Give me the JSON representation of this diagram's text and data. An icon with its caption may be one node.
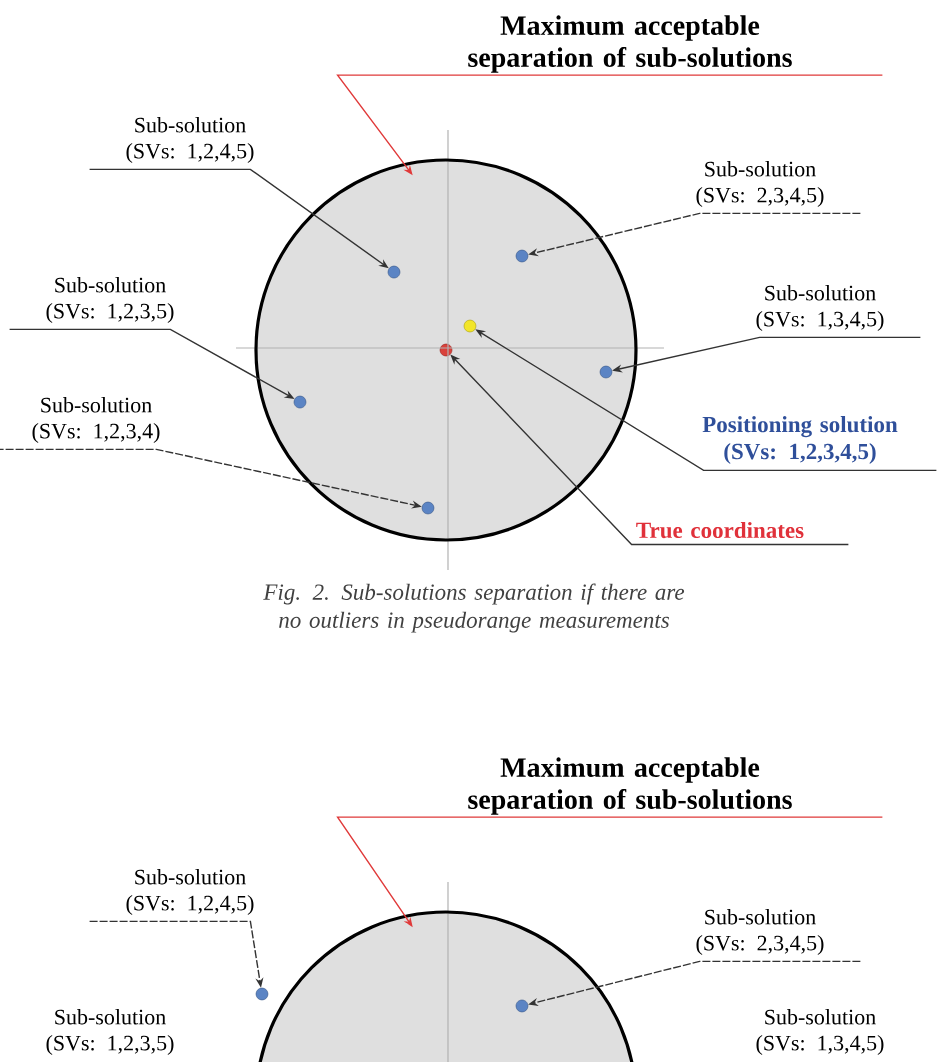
{
  "diagram": {
    "caption": "Fig. 2. Sub-solutions separation if there are no outliers in pseudorange measurements",
    "nodes": [
      {
        "text": [
          "Maximum acceptable separation of sub-solutions"
        ]
      },
      {
        "text": [],
        "shape": "circle"
      },
      {
        "text": [],
        "shape": "circle",
        "in": 1
      },
      {
        "text": [],
        "shape": "circle",
        "in": 1
      },
      {
        "text": [],
        "shape": "circle",
        "in": 1
      },
      {
        "text": [],
        "shape": "circle",
        "in": 1
      },
      {
        "text": [],
        "shape": "circle",
        "in": 1
      },
      {
        "text": [],
        "shape": "circle",
        "in": 1
      },
      {
        "text": [],
        "shape": "circle",
        "in": 1
      },
      {
        "text": [
          "Sub-solution (SVs: 1,2,4,5)"
        ]
      },
      {
        "text": [
          "Sub-solution (SVs: 2,3,4,5)"
        ]
      },
      {
        "text": [
          "Sub-solution (SVs: 1,3,4,5)"
        ]
      },
      {
        "text": [
          "Sub-solution (SVs: 1,2,3,5)"
        ]
      },
      {
        "text": [
          "Sub-solution (SVs: 1,2,3,4)"
        ]
      },
      {
        "text": [
          "Positioning solution (SVs: 1,2,3,4,5)"
        ]
      },
      {
        "text": [
          "True coordinates"
        ]
      },
      {
        "text": [
          "Maximum acceptable separation of sub-solutions"
        ]
      },
      {
        "text": [],
        "shape": "circle"
      },
      {
        "text": [],
        "shape": "circle"
      },
      {
        "text": [],
        "shape": "circle",
        "in": 17
      },
      {
        "text": [
          "Sub-solution (SVs: 1,2,4,5)"
        ]
      },
      {
        "text": [
          "Sub-solution (SVs: 2,3,4,5)"
        ]
      },
      {
        "text": [
          "Sub-solution (SVs: 1,2,3,5)"
        ]
      },
      {
        "text": [
          "Sub-solution (SVs: 1,3,4,5)"
        ]
      }
    ],
    "edges": [
      {
        "from": 0,
        "to": 1,
        "arrow": "to",
        "color": "#e03a3a"
      },
      {
        "from": 9,
        "to": 2,
        "arrow": "to"
      },
      {
        "from": 10,
        "to": 3,
        "arrow": "to",
        "style": "dashed"
      },
      {
        "from": 11,
        "to": 6,
        "arrow": "to"
      },
      {
        "from": 12,
        "to": 7,
        "arrow": "to"
      },
      {
        "from": 13,
        "to": 8,
        "arrow": "to",
        "style": "dashed"
      },
      {
        "from": 14,
        "to": 4,
        "arrow": "to"
      },
      {
        "from": 15,
        "to": 5,
        "arrow": "to"
      },
      {
        "from": 16,
        "to": 17,
        "arrow": "to",
        "color": "#e03a3a"
      },
      {
        "from": 20,
        "to": 18,
        "arrow": "to",
        "style": "dashed"
      },
      {
        "from": 21,
        "to": 19,
        "arrow": "to",
        "style": "dashed"
      }
    ]
  }
}
